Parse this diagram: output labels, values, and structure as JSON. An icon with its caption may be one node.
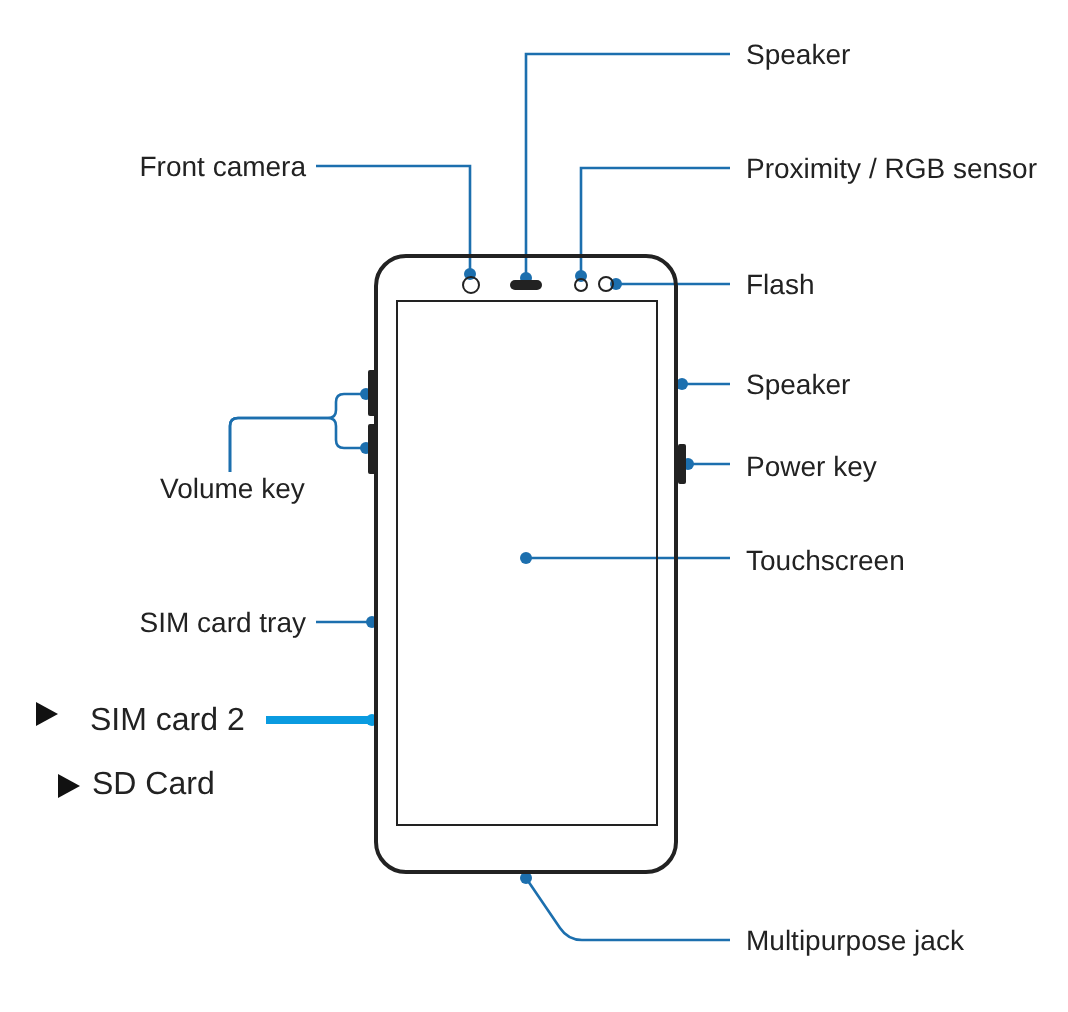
{
  "diagram": {
    "nodes": [
      {
        "text": [
          "Speaker"
        ]
      },
      {
        "text": [
          "Front camera"
        ]
      },
      {
        "text": [
          "Proximity / RGB sensor"
        ]
      },
      {
        "text": [
          "Flash"
        ]
      },
      {
        "text": [
          "Speaker"
        ]
      },
      {
        "text": [
          "Power key"
        ]
      },
      {
        "text": [
          "Volume key"
        ]
      },
      {
        "text": [
          "Touchscreen"
        ]
      },
      {
        "text": [
          "SIM card tray"
        ]
      },
      {
        "text": [
          "SIM card 2"
        ]
      },
      {
        "text": [
          "Multipurpose jack"
        ]
      },
      {
        "text": [],
        "shape": "phone"
      },
      {
        "text": [],
        "shape": "circle",
        "in": 11
      },
      {
        "text": [],
        "shape": "bar",
        "in": 11
      },
      {
        "text": [],
        "shape": "circle",
        "in": 11
      },
      {
        "text": [],
        "shape": "circle",
        "in": 11
      },
      {
        "text": [],
        "shape": "box",
        "in": 11
      },
      {
        "text": [],
        "shape": "bar"
      },
      {
        "text": [],
        "shape": "bar"
      },
      {
        "text": [],
        "shape": "bar"
      }
    ],
    "edges": [
      {
        "from": 0,
        "to": 13,
        "arrow": "other"
      },
      {
        "from": 1,
        "to": 12,
        "arrow": "other"
      },
      {
        "from": 2,
        "to": 14,
        "arrow": "other"
      },
      {
        "from": 3,
        "to": 15,
        "arrow": "other"
      },
      {
        "from": 4,
        "to": 11,
        "arrow": "other"
      },
      {
        "from": 5,
        "to": 19,
        "arrow": "other"
      },
      {
        "from": 6,
        "to": 17,
        "arrow": "other"
      },
      {
        "from": 6,
        "to": 18,
        "arrow": "other"
      },
      {
        "from": 7,
        "to": 16,
        "arrow": "other"
      },
      {
        "from": 8,
        "to": 11,
        "arrow": "other"
      },
      {
        "from": 9,
        "to": 11,
        "arrow": "other",
        "style": "thick",
        "color": "#0a9be0"
      },
      {
        "from": 10,
        "to": 11,
        "arrow": "other"
      }
    ],
    "labels": [
      "SD Card"
    ]
  }
}
